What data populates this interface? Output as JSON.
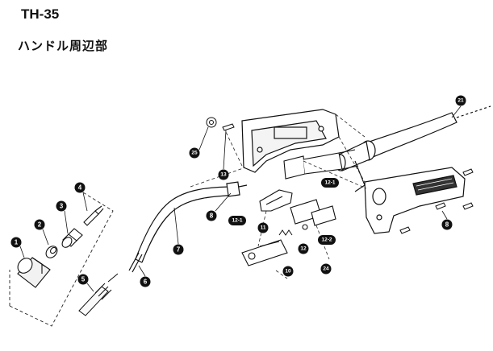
{
  "header": {
    "model": "TH-35",
    "section": "ハンドル周辺部"
  },
  "callouts": {
    "c1": "1",
    "c2": "2",
    "c3": "3",
    "c4": "4",
    "c5": "5",
    "c6": "6",
    "c7": "7",
    "c8a": "8",
    "c8b": "8",
    "c10": "10",
    "c11": "11",
    "c12": "12",
    "c12_1a": "12-1",
    "c12_1b": "12-1",
    "c12_2": "12-2",
    "c13": "13",
    "c21": "21",
    "c24": "24",
    "c25": "25"
  }
}
